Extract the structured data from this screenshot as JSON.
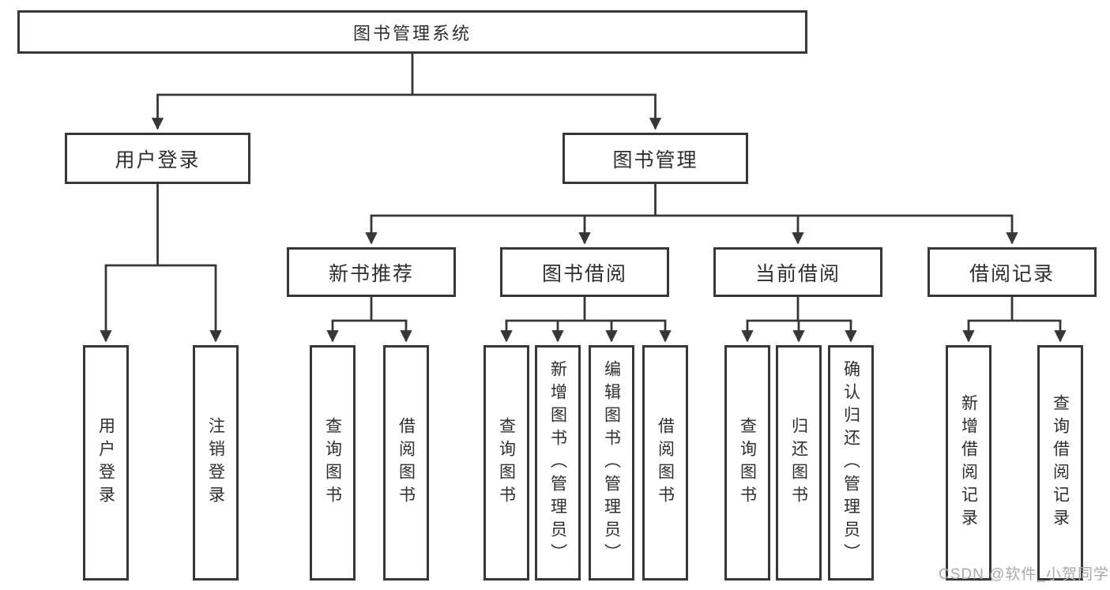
{
  "root": {
    "label": "图书管理系统"
  },
  "branches": {
    "user_login": {
      "label": "用户登录",
      "children": [
        {
          "label": "用户登录"
        },
        {
          "label": "注销登录"
        }
      ]
    },
    "book_management": {
      "label": "图书管理",
      "sections": [
        {
          "label": "新书推荐",
          "children": [
            {
              "label": "查询图书"
            },
            {
              "label": "借阅图书"
            }
          ]
        },
        {
          "label": "图书借阅",
          "children": [
            {
              "label": "查询图书"
            },
            {
              "label": "新增图书（管理员）"
            },
            {
              "label": "编辑图书（管理员）"
            },
            {
              "label": "借阅图书"
            }
          ]
        },
        {
          "label": "当前借阅",
          "children": [
            {
              "label": "查询图书"
            },
            {
              "label": "归还图书"
            },
            {
              "label": "确认归还（管理员）"
            }
          ]
        },
        {
          "label": "借阅记录",
          "children": [
            {
              "label": "新增借阅记录"
            },
            {
              "label": "查询借阅记录"
            }
          ]
        }
      ]
    }
  },
  "watermark": {
    "text": "CSDN @软件_小贺同学"
  },
  "colors": {
    "line": "#373737",
    "box_border": "#373737",
    "text": "#2e2e2e",
    "watermark_text": "#a9a9a9",
    "background": "#ffffff"
  }
}
